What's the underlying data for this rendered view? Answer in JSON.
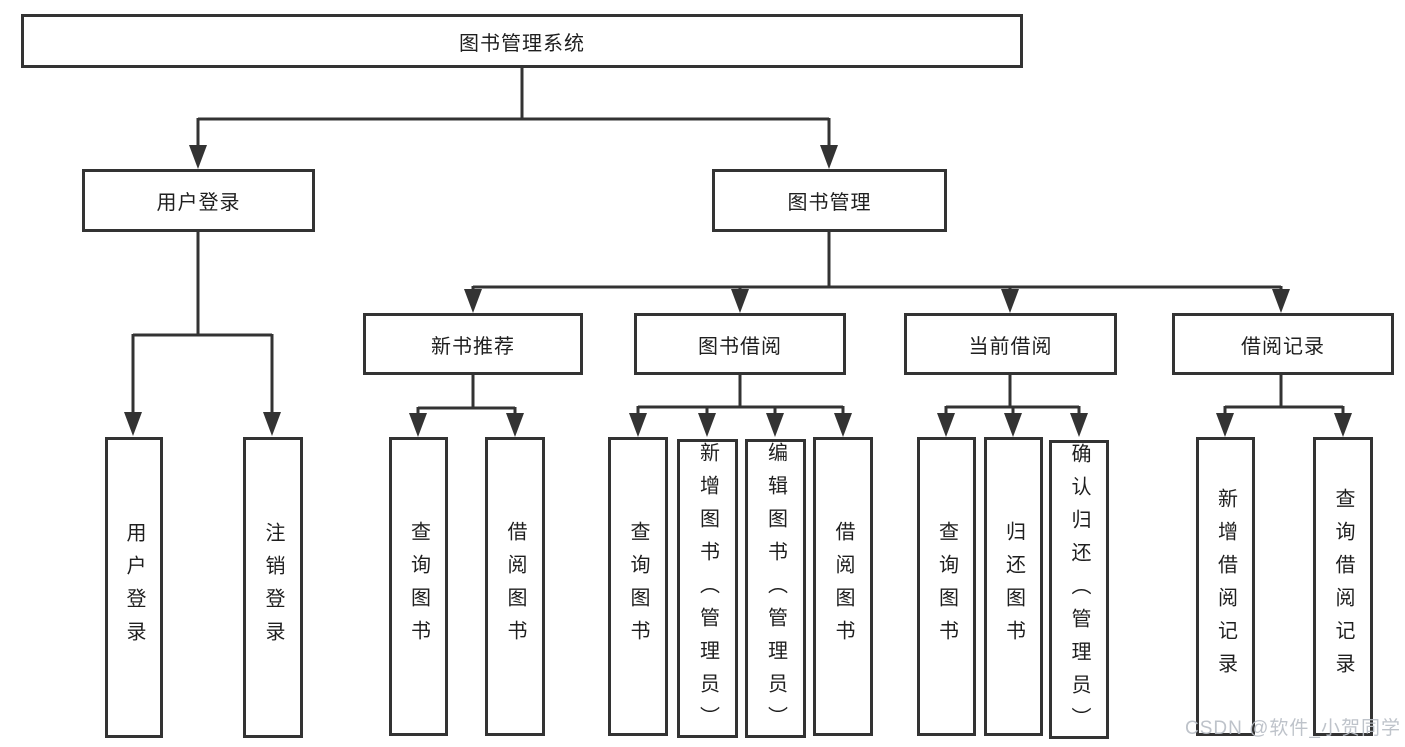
{
  "colors": {
    "line": "#333333",
    "box_border": "#333333",
    "text": "#1f1f1f",
    "background": "#ffffff",
    "watermark": "#b9bec6"
  },
  "watermark": "CSDN @软件_小贺同学",
  "tree": {
    "root": {
      "label": "图书管理系统"
    },
    "branches": [
      {
        "label": "用户登录",
        "children": [
          {
            "label": "用户登录"
          },
          {
            "label": "注销登录"
          }
        ]
      },
      {
        "label": "图书管理",
        "children": [
          {
            "label": "新书推荐",
            "children": [
              {
                "label": "查询图书"
              },
              {
                "label": "借阅图书"
              }
            ]
          },
          {
            "label": "图书借阅",
            "children": [
              {
                "label": "查询图书"
              },
              {
                "label": "新增图书（管理员）"
              },
              {
                "label": "编辑图书（管理员）"
              },
              {
                "label": "借阅图书"
              }
            ]
          },
          {
            "label": "当前借阅",
            "children": [
              {
                "label": "查询图书"
              },
              {
                "label": "归还图书"
              },
              {
                "label": "确认归还（管理员）"
              }
            ]
          },
          {
            "label": "借阅记录",
            "children": [
              {
                "label": "新增借阅记录"
              },
              {
                "label": "查询借阅记录"
              }
            ]
          }
        ]
      }
    ]
  }
}
